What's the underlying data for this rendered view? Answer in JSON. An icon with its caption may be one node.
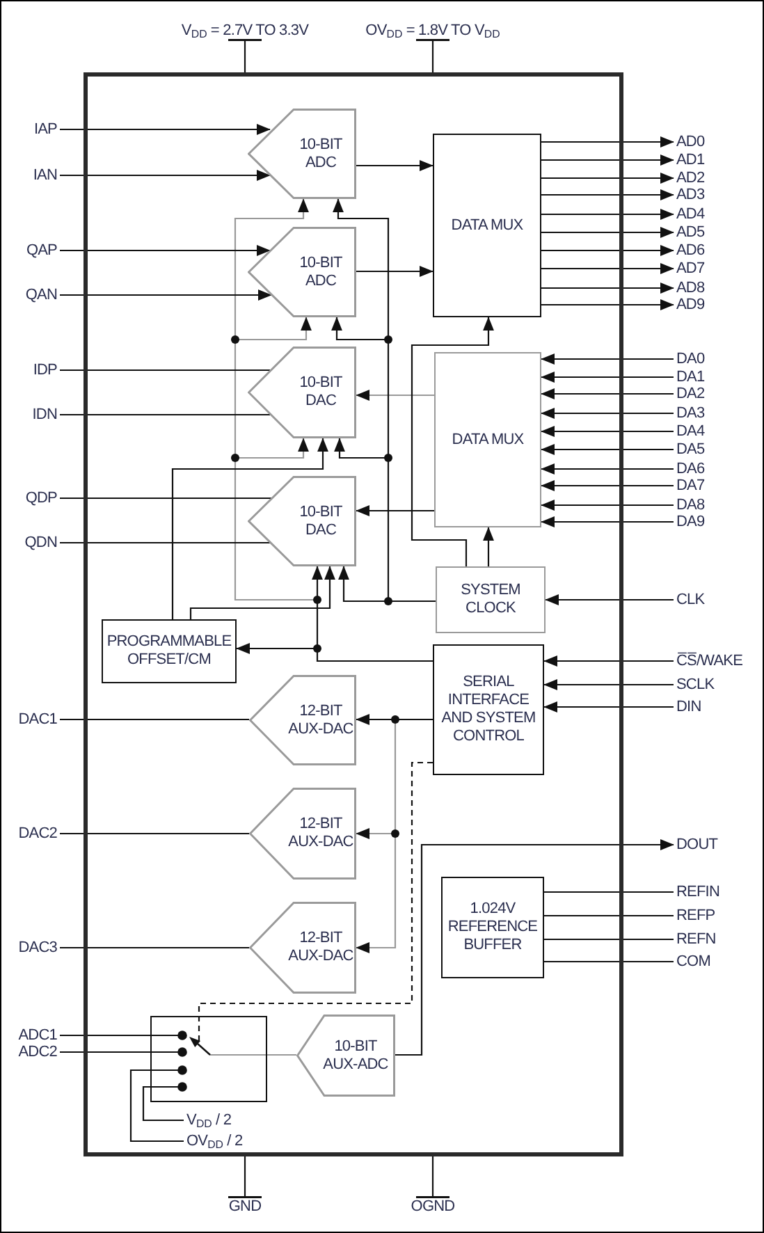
{
  "diagram": {
    "nodes": [
      {
        "text": [
          "V$_{DD}$ = 2.7V TO 3.3V"
        ]
      },
      {
        "text": [
          "OV$_{DD}$ = 1.8V TO V$_{DD}$"
        ]
      },
      {
        "text": [],
        "shape": "box"
      },
      {
        "text": [
          "IAP"
        ]
      },
      {
        "text": [
          "IAN"
        ]
      },
      {
        "text": [
          "10-BIT ADC"
        ],
        "in": 2
      },
      {
        "text": [
          "DATA MUX"
        ],
        "in": 2
      },
      {
        "text": [
          "AD0"
        ]
      },
      {
        "text": [
          "AD1"
        ]
      },
      {
        "text": [
          "AD2"
        ]
      },
      {
        "text": [
          "AD3"
        ]
      },
      {
        "text": [
          "AD4"
        ]
      },
      {
        "text": [
          "AD5"
        ]
      },
      {
        "text": [
          "AD6"
        ]
      },
      {
        "text": [
          "AD7"
        ]
      },
      {
        "text": [
          "AD8"
        ]
      },
      {
        "text": [
          "AD9"
        ]
      },
      {
        "text": [
          "QAP"
        ]
      },
      {
        "text": [
          "QAN"
        ]
      },
      {
        "text": [
          "10-BIT ADC"
        ],
        "in": 2
      },
      {
        "text": [
          "IDP"
        ]
      },
      {
        "text": [
          "IDN"
        ]
      },
      {
        "text": [
          "10-BIT DAC"
        ],
        "in": 2
      },
      {
        "text": [
          "DATA MUX"
        ],
        "in": 2
      },
      {
        "text": [
          "DA0"
        ]
      },
      {
        "text": [
          "DA1"
        ]
      },
      {
        "text": [
          "DA2"
        ]
      },
      {
        "text": [
          "DA3"
        ]
      },
      {
        "text": [
          "DA4"
        ]
      },
      {
        "text": [
          "DA5"
        ]
      },
      {
        "text": [
          "DA6"
        ]
      },
      {
        "text": [
          "DA7"
        ]
      },
      {
        "text": [
          "DA8"
        ]
      },
      {
        "text": [
          "DA9"
        ]
      },
      {
        "text": [
          "QDP"
        ]
      },
      {
        "text": [
          "QDN"
        ]
      },
      {
        "text": [
          "10-BIT DAC"
        ],
        "in": 2
      },
      {
        "text": [
          "SYSTEM CLOCK"
        ],
        "in": 2
      },
      {
        "text": [
          "CLK"
        ]
      },
      {
        "text": [
          "PROGRAMMABLE OFFSET/CM"
        ],
        "in": 2
      },
      {
        "text": [
          "SERIAL INTERFACE AND SYSTEM CONTROL"
        ],
        "in": 2
      },
      {
        "text": [
          "C̅S̅/WAKE"
        ]
      },
      {
        "text": [
          "SCLK"
        ]
      },
      {
        "text": [
          "DIN"
        ]
      },
      {
        "text": [
          "DAC1"
        ]
      },
      {
        "text": [
          "12-BIT AUX-DAC"
        ],
        "in": 2
      },
      {
        "text": [
          "DAC2"
        ]
      },
      {
        "text": [
          "12-BIT AUX-DAC"
        ],
        "in": 2
      },
      {
        "text": [
          "DOUT"
        ]
      },
      {
        "text": [
          "1.024V REFERENCE BUFFER"
        ],
        "in": 2
      },
      {
        "text": [
          "REFIN"
        ]
      },
      {
        "text": [
          "REFP"
        ]
      },
      {
        "text": [
          "REFN"
        ]
      },
      {
        "text": [
          "COM"
        ]
      },
      {
        "text": [
          "DAC3"
        ]
      },
      {
        "text": [
          "12-BIT AUX-DAC"
        ],
        "in": 2
      },
      {
        "text": [
          "ADC1"
        ]
      },
      {
        "text": [
          "ADC2"
        ]
      },
      {
        "text": [],
        "shape": "box",
        "in": 2
      },
      {
        "text": [
          "10-BIT AUX-ADC"
        ],
        "in": 2
      },
      {
        "text": [
          "V$_{DD}$ / 2"
        ],
        "in": 2
      },
      {
        "text": [
          "OV$_{DD}$ / 2"
        ],
        "in": 2
      },
      {
        "text": [
          "GND"
        ]
      },
      {
        "text": [
          "OGND"
        ]
      }
    ],
    "edges": [
      {
        "from": 0,
        "to": 2,
        "arrow": "other"
      },
      {
        "from": 1,
        "to": 2,
        "arrow": "other"
      },
      {
        "from": 3,
        "to": 5,
        "arrow": "to"
      },
      {
        "from": 4,
        "to": 5,
        "arrow": "to"
      },
      {
        "from": 5,
        "to": 6,
        "arrow": "to"
      },
      {
        "from": 6,
        "to": 7,
        "arrow": "to"
      },
      {
        "from": 6,
        "to": 8,
        "arrow": "to"
      },
      {
        "from": 6,
        "to": 9,
        "arrow": "to"
      },
      {
        "from": 6,
        "to": 10,
        "arrow": "to"
      },
      {
        "from": 6,
        "to": 11,
        "arrow": "to"
      },
      {
        "from": 6,
        "to": 12,
        "arrow": "to"
      },
      {
        "from": 6,
        "to": 13,
        "arrow": "to"
      },
      {
        "from": 6,
        "to": 14,
        "arrow": "to"
      },
      {
        "from": 6,
        "to": 15,
        "arrow": "to"
      },
      {
        "from": 6,
        "to": 16,
        "arrow": "to"
      },
      {
        "from": 17,
        "to": 19,
        "arrow": "to"
      },
      {
        "from": 18,
        "to": 19,
        "arrow": "to"
      },
      {
        "from": 19,
        "to": 6,
        "arrow": "to"
      },
      {
        "from": 22,
        "to": 20,
        "arrow": "none"
      },
      {
        "from": 22,
        "to": 21,
        "arrow": "none"
      },
      {
        "from": 23,
        "to": 22,
        "arrow": "to",
        "color": "#999999"
      },
      {
        "from": 24,
        "to": 23,
        "arrow": "to"
      },
      {
        "from": 25,
        "to": 23,
        "arrow": "to"
      },
      {
        "from": 26,
        "to": 23,
        "arrow": "to"
      },
      {
        "from": 27,
        "to": 23,
        "arrow": "to"
      },
      {
        "from": 28,
        "to": 23,
        "arrow": "to"
      },
      {
        "from": 29,
        "to": 23,
        "arrow": "to"
      },
      {
        "from": 30,
        "to": 23,
        "arrow": "to"
      },
      {
        "from": 31,
        "to": 23,
        "arrow": "to"
      },
      {
        "from": 32,
        "to": 23,
        "arrow": "to"
      },
      {
        "from": 33,
        "to": 23,
        "arrow": "to"
      },
      {
        "from": 36,
        "to": 34,
        "arrow": "none"
      },
      {
        "from": 36,
        "to": 35,
        "arrow": "none"
      },
      {
        "from": 23,
        "to": 36,
        "arrow": "to"
      },
      {
        "from": 37,
        "to": 23,
        "arrow": "to"
      },
      {
        "from": 37,
        "to": 6,
        "arrow": "to"
      },
      {
        "from": 37,
        "to": 5,
        "arrow": "to"
      },
      {
        "from": 37,
        "to": 19,
        "arrow": "to"
      },
      {
        "from": 37,
        "to": 22,
        "arrow": "to"
      },
      {
        "from": 37,
        "to": 36,
        "arrow": "to"
      },
      {
        "from": 38,
        "to": 37,
        "arrow": "to"
      },
      {
        "from": 40,
        "to": 5,
        "arrow": "to",
        "color": "#999999"
      },
      {
        "from": 40,
        "to": 19,
        "arrow": "to",
        "color": "#999999"
      },
      {
        "from": 40,
        "to": 22,
        "arrow": "to",
        "color": "#999999"
      },
      {
        "from": 40,
        "to": 36,
        "arrow": "to"
      },
      {
        "from": 40,
        "to": 39,
        "arrow": "to"
      },
      {
        "from": 39,
        "to": 22,
        "arrow": "to"
      },
      {
        "from": 39,
        "to": 36,
        "arrow": "to"
      },
      {
        "from": 41,
        "to": 40,
        "arrow": "to"
      },
      {
        "from": 42,
        "to": 40,
        "arrow": "to"
      },
      {
        "from": 43,
        "to": 40,
        "arrow": "to"
      },
      {
        "from": 45,
        "to": 44,
        "arrow": "none"
      },
      {
        "from": 40,
        "to": 45,
        "arrow": "to"
      },
      {
        "from": 47,
        "to": 46,
        "arrow": "none"
      },
      {
        "from": 40,
        "to": 47,
        "arrow": "to",
        "color": "#999999"
      },
      {
        "from": 55,
        "to": 54,
        "arrow": "none"
      },
      {
        "from": 40,
        "to": 55,
        "arrow": "to",
        "color": "#999999"
      },
      {
        "from": 40,
        "to": 58,
        "arrow": "none",
        "style": "dashed"
      },
      {
        "from": 56,
        "to": 58,
        "arrow": "none"
      },
      {
        "from": 57,
        "to": 58,
        "arrow": "none"
      },
      {
        "from": 60,
        "to": 58,
        "arrow": "none"
      },
      {
        "from": 61,
        "to": 58,
        "arrow": "none"
      },
      {
        "from": 58,
        "to": 59,
        "arrow": "none",
        "color": "#999999"
      },
      {
        "from": 59,
        "to": 48,
        "arrow": "to"
      },
      {
        "from": 49,
        "to": 50,
        "arrow": "none"
      },
      {
        "from": 49,
        "to": 51,
        "arrow": "none"
      },
      {
        "from": 49,
        "to": 52,
        "arrow": "none"
      },
      {
        "from": 49,
        "to": 53,
        "arrow": "none"
      },
      {
        "from": 62,
        "to": 2,
        "arrow": "other"
      },
      {
        "from": 63,
        "to": 2,
        "arrow": "other"
      }
    ]
  }
}
